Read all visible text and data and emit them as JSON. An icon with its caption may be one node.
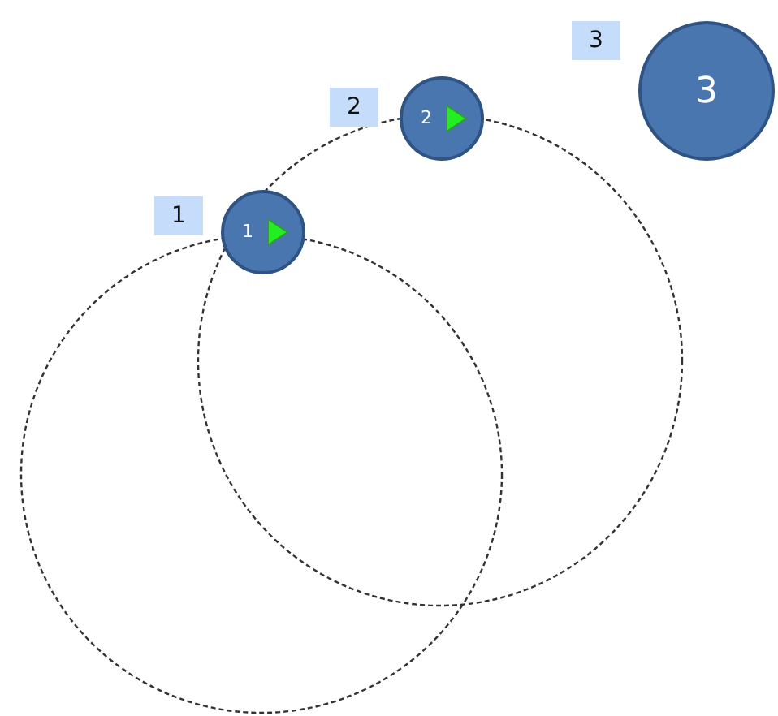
{
  "diagram": {
    "nodes": [
      {
        "text": [
          "3"
        ]
      },
      {
        "text": [
          "3"
        ]
      },
      {
        "text": [
          "2"
        ]
      },
      {
        "text": [
          "2"
        ]
      },
      {
        "text": [
          "1"
        ]
      },
      {
        "text": [
          "1"
        ]
      }
    ]
  }
}
